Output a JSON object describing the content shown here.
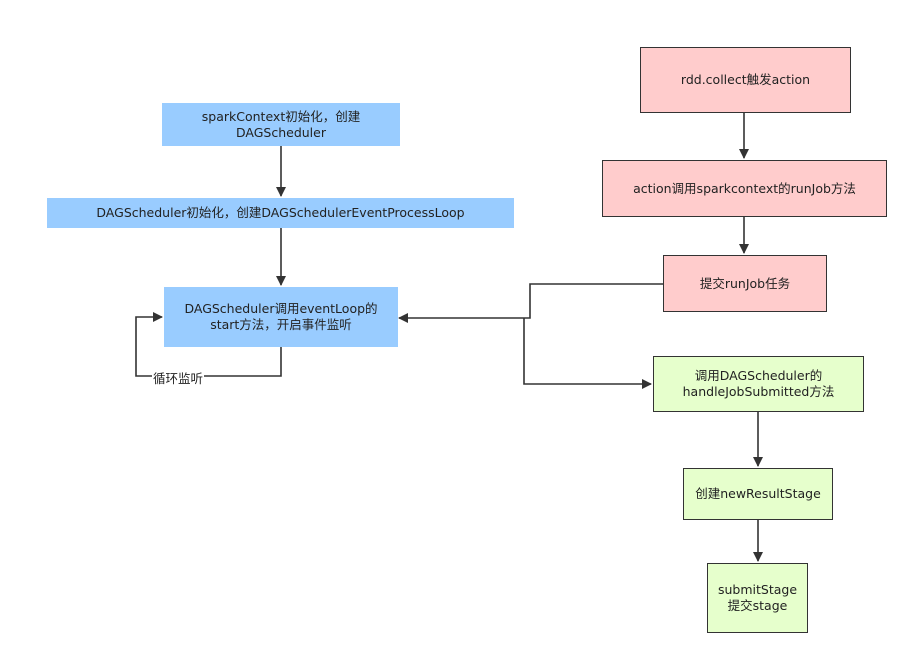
{
  "nodes": {
    "spark_context_init": "sparkContext初始化，创建\nDAGScheduler",
    "dag_scheduler_init": "DAGScheduler初始化，创建DAGSchedulerEventProcessLoop",
    "event_loop_start": "DAGScheduler调用eventLoop的\nstart方法，开启事件监听",
    "rdd_collect": "rdd.collect触发action",
    "run_job_call": "action调用sparkcontext的runJob方法",
    "submit_run_job": "提交runJob任务",
    "handle_job_submitted": "调用DAGScheduler的\nhandleJobSubmitted方法",
    "new_result_stage": "创建newResultStage",
    "submit_stage": "submitStage\n提交stage"
  },
  "labels": {
    "loop": "循环监听"
  },
  "colors": {
    "blue_node": "#99ccff",
    "pink_node": "#ffcccc",
    "green_node": "#e6ffcc",
    "edge": "#333333"
  }
}
